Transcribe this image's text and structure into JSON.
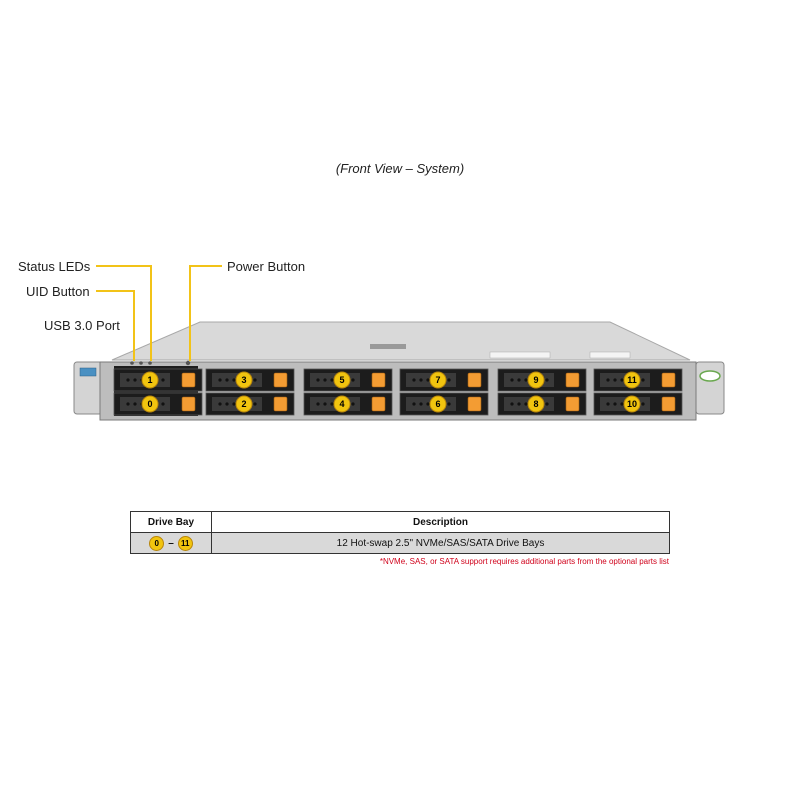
{
  "title": "(Front View – System)",
  "callouts": {
    "status_leds": "Status LEDs",
    "uid_button": "UID Button",
    "usb_port": "USB 3.0 Port",
    "power_button": "Power Button"
  },
  "callout_color": "#f2c318",
  "bay_badge_color": "#f1c40f",
  "drive_latch_color": "#f39c33",
  "chassis_color": "#c9c9c9",
  "drive_bays_top": [
    "1",
    "3",
    "5",
    "7",
    "9",
    "11"
  ],
  "drive_bays_bottom": [
    "0",
    "2",
    "4",
    "6",
    "8",
    "10"
  ],
  "table": {
    "headers": [
      "Drive Bay",
      "Description"
    ],
    "rows": [
      {
        "bay_start": "0",
        "bay_end": "11",
        "separator": "–",
        "description": "12 Hot-swap 2.5\" NVMe/SAS/SATA Drive Bays"
      }
    ]
  },
  "footnote": "*NVMe, SAS, or SATA support requires additional parts from the optional parts list"
}
